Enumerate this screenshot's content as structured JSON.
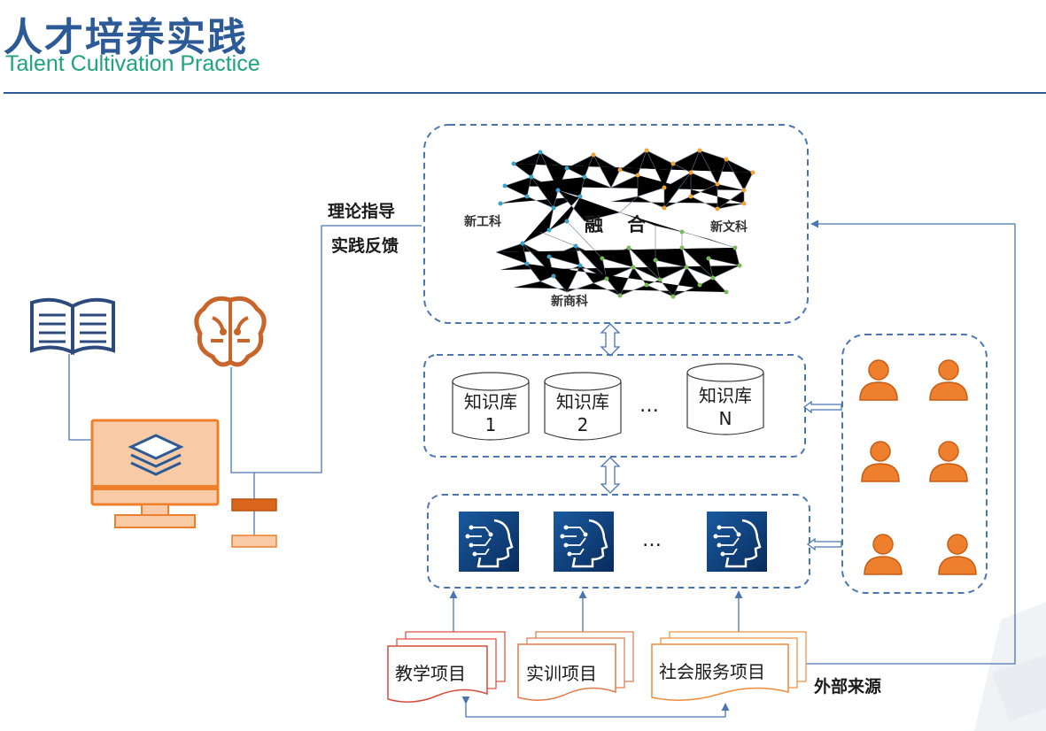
{
  "header": {
    "title_cn": "人才培养实践",
    "title_en": "Talent Cultivation Practice"
  },
  "flow_labels": {
    "theory": "理论指导",
    "practice": "实践反馈",
    "external": "外部来源"
  },
  "network": {
    "left": "新工科",
    "right": "新文科",
    "bottom": "新商科",
    "core": "融 合"
  },
  "knowledge_bases": [
    {
      "name": "知识库",
      "index": "1"
    },
    {
      "name": "知识库",
      "index": "2"
    },
    {
      "name": "知识库",
      "index": "N"
    }
  ],
  "ellipsis": "…",
  "projects": [
    {
      "label": "教学项目"
    },
    {
      "label": "实训项目"
    },
    {
      "label": "社会服务项目"
    }
  ],
  "colors": {
    "primary_blue": "#2c5a96",
    "green": "#1fa37a",
    "orange": "#ee7f2d",
    "peach": "#f8cba6",
    "dash_blue": "#4a76b4",
    "red_doc": "#d84a3a",
    "ai_blue": "#0b3e78"
  }
}
